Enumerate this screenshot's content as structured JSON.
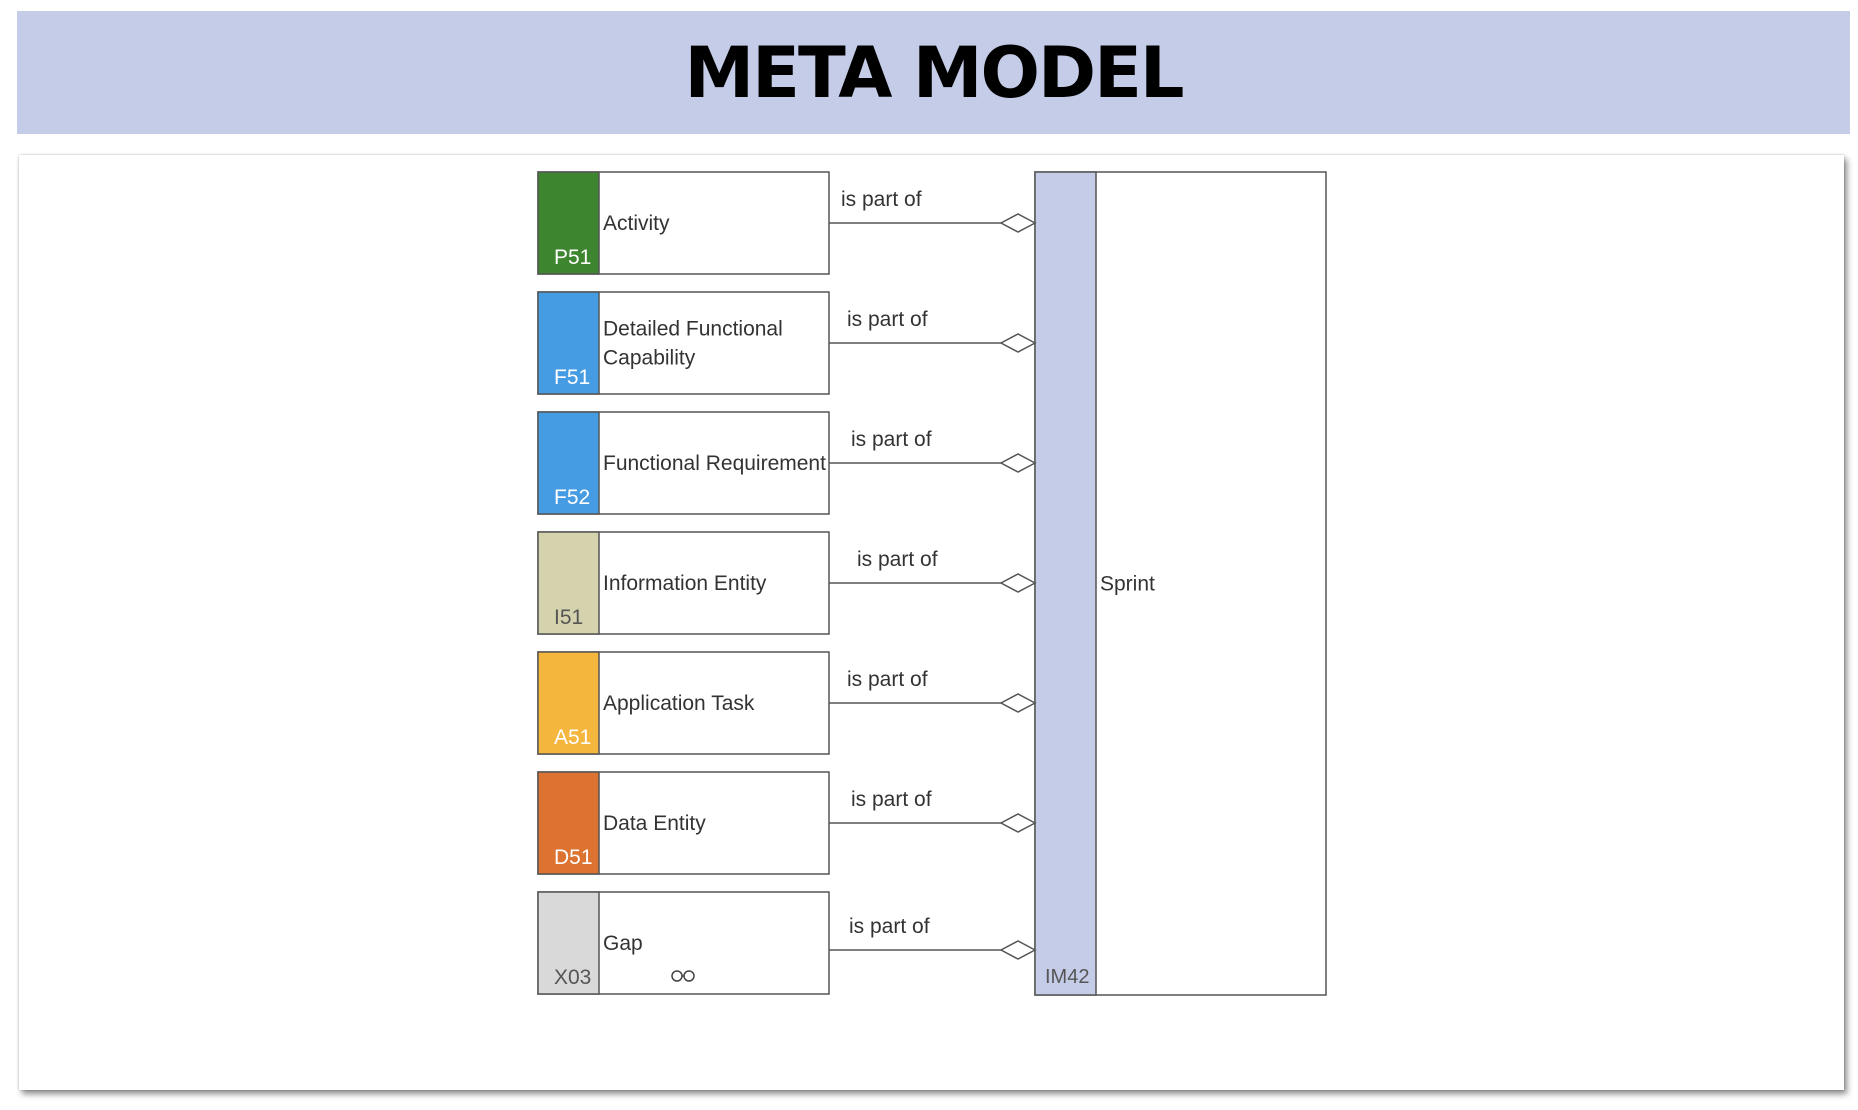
{
  "header": {
    "title": "META MODEL"
  },
  "diagram": {
    "relation_label": "is part of",
    "target": {
      "code": "IM42",
      "label": "Sprint",
      "color": "#c5cce8"
    },
    "entities": [
      {
        "code": "P51",
        "label_lines": [
          "Activity"
        ],
        "color": "#3e8530",
        "code_color": "#ffffff"
      },
      {
        "code": "F51",
        "label_lines": [
          "Detailed Functional",
          "Capability"
        ],
        "color": "#469ce3",
        "code_color": "#ffffff"
      },
      {
        "code": "F52",
        "label_lines": [
          "Functional Requirement"
        ],
        "color": "#469ce3",
        "code_color": "#ffffff"
      },
      {
        "code": "I51",
        "label_lines": [
          "Information Entity"
        ],
        "color": "#d5d3ad",
        "code_color": "#555555"
      },
      {
        "code": "A51",
        "label_lines": [
          "Application Task"
        ],
        "color": "#f4b63d",
        "code_color": "#ffffff"
      },
      {
        "code": "D51",
        "label_lines": [
          "Data Entity"
        ],
        "color": "#dd7330",
        "code_color": "#ffffff"
      },
      {
        "code": "X03",
        "label_lines": [
          "Gap"
        ],
        "color": "#d9d9d9",
        "code_color": "#555555",
        "icon": "link-icon"
      }
    ]
  }
}
